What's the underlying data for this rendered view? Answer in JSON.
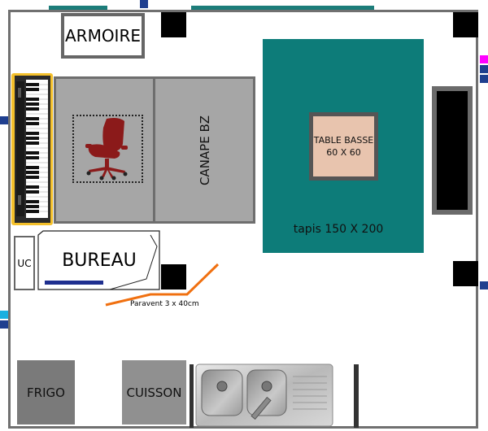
{
  "labels": {
    "armoire": "ARMOIRE",
    "canape": "CANAPE BZ",
    "bureau": "BUREAU",
    "uc": "UC",
    "table_basse_line1": "TABLE BASSE",
    "table_basse_line2": "60 X 60",
    "tapis": "tapis 150 X 200",
    "frigo": "FRIGO",
    "cuisson": "CUISSON",
    "paravent": "Paravent 3 x 40cm"
  },
  "colors": {
    "wall": "#707070",
    "rug": "#0d7c79",
    "sofa": "#a6a6a6",
    "piano_frame": "#f4c02b",
    "table_basse": "#e8c4ae",
    "chair": "#8b1a1a",
    "paravent": "#f07010",
    "window_marker": "#1f3f8f",
    "marker_magenta": "#ff00ff",
    "marker_cyan": "#1ab0e0"
  },
  "icons": [
    "office-chair-icon",
    "piano-keyboard-icon",
    "double-sink-icon"
  ]
}
